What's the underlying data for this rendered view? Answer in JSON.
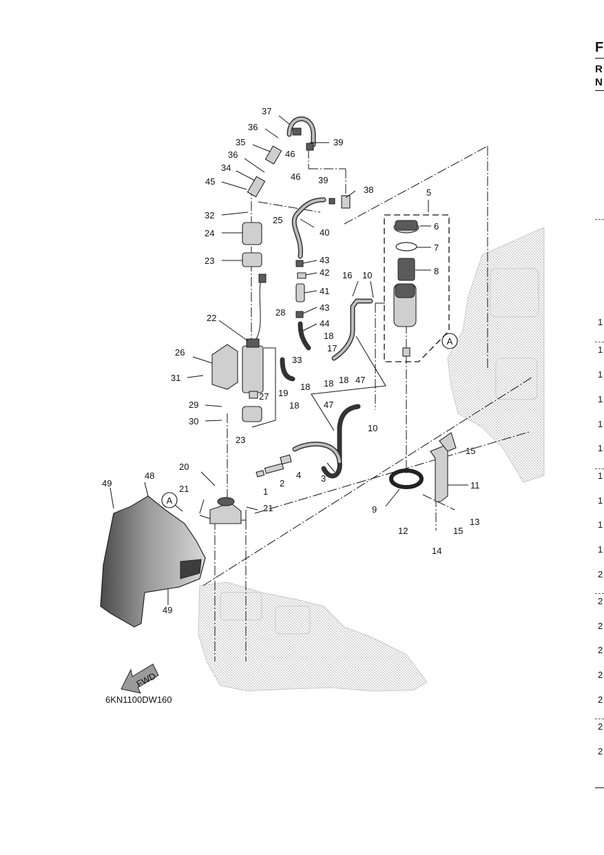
{
  "diagram_code": "6KN1100DW160",
  "fwd_label": "FWD",
  "view_marker": "A",
  "side_header": {
    "line1": "F",
    "line2": "R",
    "line3": "N"
  },
  "side_rows": [
    "1",
    "1",
    "1",
    "1",
    "1",
    "1",
    "1",
    "1",
    "1",
    "1",
    "2",
    "2",
    "2",
    "2",
    "2",
    "2",
    "2",
    "2"
  ],
  "part_labels": [
    "1",
    "2",
    "3",
    "4",
    "5",
    "6",
    "7",
    "8",
    "9",
    "10",
    "10",
    "11",
    "12",
    "13",
    "14",
    "15",
    "15",
    "16",
    "17",
    "18",
    "18",
    "18",
    "18",
    "18",
    "19",
    "20",
    "21",
    "21",
    "22",
    "23",
    "23",
    "24",
    "25",
    "26",
    "27",
    "28",
    "29",
    "30",
    "31",
    "32",
    "33",
    "34",
    "35",
    "36",
    "36",
    "37",
    "38",
    "39",
    "39",
    "40",
    "41",
    "42",
    "43",
    "43",
    "44",
    "45",
    "46",
    "46",
    "47",
    "47",
    "48",
    "49",
    "49"
  ]
}
